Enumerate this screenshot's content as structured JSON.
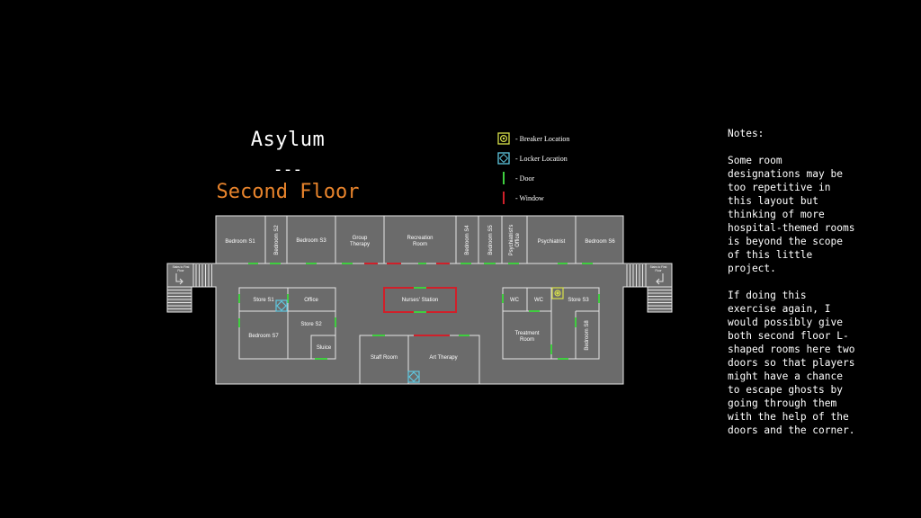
{
  "header": {
    "title": "Asylum",
    "separator": "---",
    "floor": "Second Floor"
  },
  "legend": {
    "breaker": "- Breaker Location",
    "locker": "- Locker Location",
    "door": "- Door",
    "window": "- Window"
  },
  "colors": {
    "background": "#000000",
    "floor": "#6b6b6b",
    "wall": "#e6e6e6",
    "door": "#3fcf3f",
    "window": "#d0202a",
    "breaker": "#d8e04a",
    "locker": "#5fc8e0",
    "floor_title": "#e8842c"
  },
  "rooms": {
    "bedroom_s1": "Bedroom S1",
    "bedroom_s2": "Bedroom S2",
    "bedroom_s3": "Bedroom S3",
    "group_therapy": "Group Therapy",
    "recreation_room": "Recreation Room",
    "bedroom_s4": "Bedroom S4",
    "bedroom_s5": "Bedroom S5",
    "psychiatrists_office": "Psychiatrist's Office",
    "psychiatrist": "Psychiatrist",
    "bedroom_s6": "Bedroom S6",
    "store_s1": "Store S1",
    "office": "Office",
    "nurses_station": "Nurses' Station",
    "wc_1": "WC",
    "wc_2": "WC",
    "store_s3": "Store S3",
    "store_s2": "Store S2",
    "bedroom_s7": "Bedroom S7",
    "sluice": "Sluice",
    "staff_room": "Staff Room",
    "art_therapy": "Art Therapy",
    "treatment_room": "Treatment Room",
    "bedroom_s8": "Bedroom S8",
    "stairs_left": "Stairs to First Floor",
    "stairs_right": "Stairs to First Floor"
  },
  "notes": {
    "heading": "Notes:",
    "paragraph1": "Some room designations may be too repetitive in this layout but thinking of more hospital-themed rooms is beyond the scope of this little project.",
    "paragraph2": "If doing this exercise again, I would possibly give both second floor L-shaped rooms here two doors so that players might have a chance to escape ghosts by going through them with the help of the doors and the corner."
  }
}
